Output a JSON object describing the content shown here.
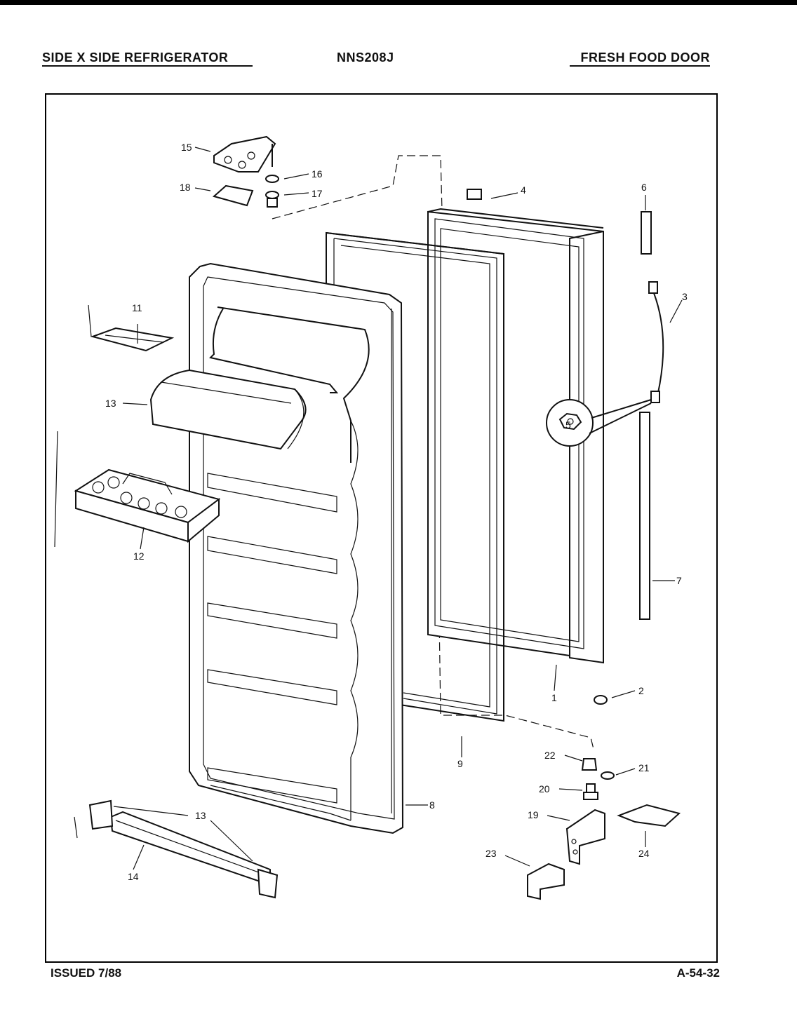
{
  "header": {
    "left": "SIDE X SIDE REFRIGERATOR",
    "center": "NNS208J",
    "right": "FRESH FOOD DOOR"
  },
  "footer": {
    "left": "ISSUED 7/88",
    "right": "A-54-32"
  },
  "callouts": {
    "c1": "1",
    "c2": "2",
    "c3": "3",
    "c4": "4",
    "c5": "5",
    "c6": "6",
    "c7": "7",
    "c8": "8",
    "c9": "9",
    "c11": "11",
    "c12": "12",
    "c13a": "13",
    "c13b": "13",
    "c14": "14",
    "c15": "15",
    "c16": "16",
    "c17": "17",
    "c18": "18",
    "c19": "19",
    "c20": "20",
    "c21": "21",
    "c22": "22",
    "c23": "23",
    "c24": "24"
  }
}
